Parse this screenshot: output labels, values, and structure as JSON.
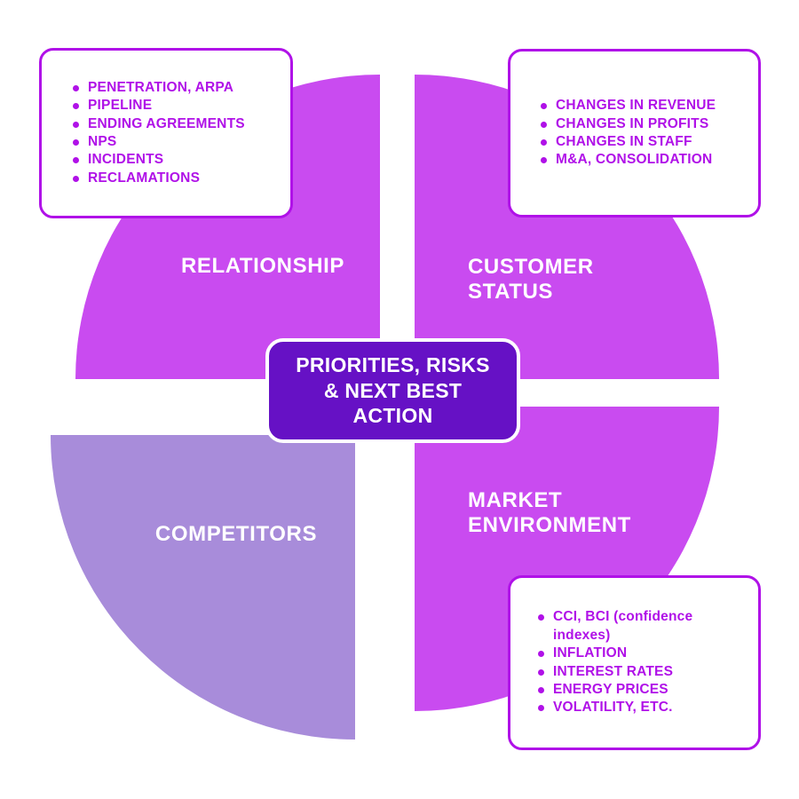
{
  "center": {
    "label": "PRIORITIES, RISKS & NEXT BEST ACTION",
    "lines": [
      "PRIORITIES, RISKS",
      "& NEXT BEST",
      "ACTION"
    ]
  },
  "quadrants": {
    "relationship": {
      "label": "RELATIONSHIP",
      "lines": [
        "RELATIONSHIP"
      ]
    },
    "customer_status": {
      "label": "CUSTOMER STATUS",
      "lines": [
        "CUSTOMER",
        "STATUS"
      ]
    },
    "competitors": {
      "label": "COMPETITORS",
      "lines": [
        "COMPETITORS"
      ]
    },
    "market_environment": {
      "label": "MARKET ENVIRONMENT",
      "lines": [
        "MARKET",
        "ENVIRONMENT"
      ]
    }
  },
  "callouts": {
    "relationship": {
      "items": [
        "PENETRATION, ARPA",
        "PIPELINE",
        "ENDING AGREEMENTS",
        "NPS",
        "INCIDENTS",
        "RECLAMATIONS"
      ]
    },
    "customer_status": {
      "items": [
        "CHANGES IN REVENUE",
        "CHANGES IN PROFITS",
        "CHANGES IN STAFF",
        "M&A, CONSOLIDATION"
      ]
    },
    "market_environment": {
      "items": [
        "CCI, BCI (confidence indexes)",
        "INFLATION",
        "INTEREST RATES",
        "ENERGY PRICES",
        "VOLATILITY, ETC."
      ]
    }
  },
  "colors": {
    "quadrant_magenta": "#c94bf0",
    "quadrant_light_purple": "#a88cda",
    "center_box_fill": "#6611c5",
    "accent_border_text": "#b011e8",
    "label_text": "#ffffff",
    "background": "#ffffff"
  }
}
